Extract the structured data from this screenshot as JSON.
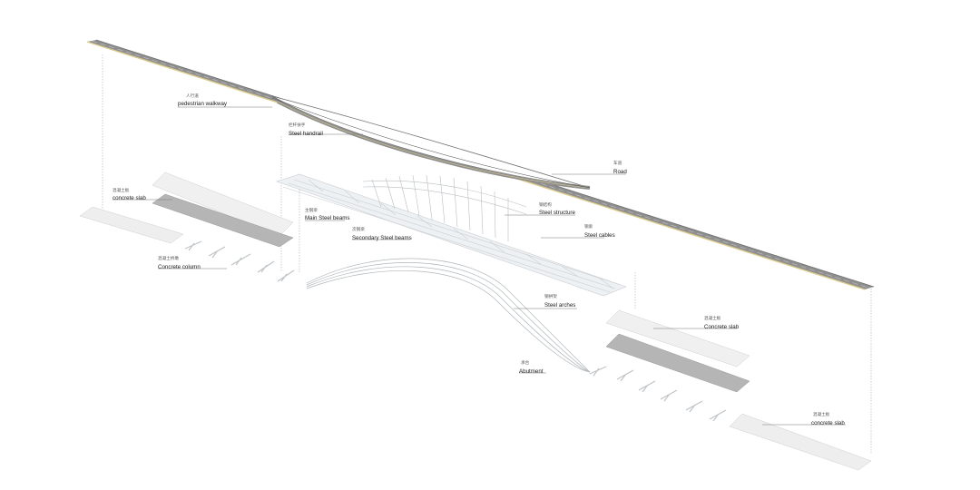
{
  "colors": {
    "road": "#8f8f8f",
    "road_edge": "#d9c98a",
    "slab_light": "#efefef",
    "slab_dark": "#b8b8b8",
    "steel": "#cfd4d8",
    "line": "#777777"
  },
  "labels": {
    "walkway": {
      "cn": "人行道",
      "en": "pedestrian walkway"
    },
    "handrail": {
      "cn": "栏杆扶手",
      "en": "Steel handrail"
    },
    "road": {
      "cn": "车道",
      "en": "Road"
    },
    "slab_left": {
      "cn": "混凝土板",
      "en": "concrete slab"
    },
    "column": {
      "cn": "混凝土桥墩",
      "en": "Concrete column"
    },
    "main_beams": {
      "cn": "主钢梁",
      "en": "Main Steel beams"
    },
    "sec_beams": {
      "cn": "次钢梁",
      "en": "Secondary Steel beams"
    },
    "structure": {
      "cn": "钢结构",
      "en": "Steel structure"
    },
    "cables": {
      "cn": "钢索",
      "en": "Steel cables"
    },
    "arches": {
      "cn": "钢拱架",
      "en": "Steel arches"
    },
    "abutment": {
      "cn": "承台",
      "en": "Abutment"
    },
    "slab_right1": {
      "cn": "混凝土板",
      "en": "Concrete slab"
    },
    "slab_right2": {
      "cn": "混凝土板",
      "en": "concrete slab"
    }
  }
}
